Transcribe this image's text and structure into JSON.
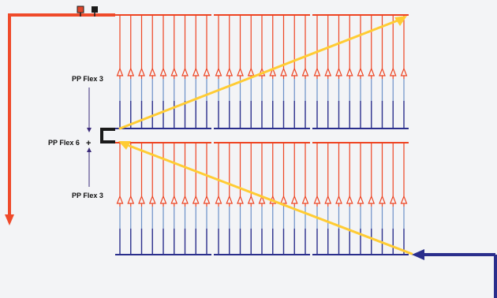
{
  "labels": {
    "upper": "PP Flex 3",
    "middle": "PP Flex 6",
    "lower": "PP Flex 3"
  },
  "colors": {
    "background": "#f3f4f6",
    "supply": "#ee4422",
    "supply_pipe": "#ef4a2a",
    "return": "#2a2e8c",
    "riser_mid": "#6b8fc8",
    "diagonal": "#ffcc33",
    "manifold": "#1a1a1a",
    "label_arrow": "#3a2a7a",
    "valve_red": "#e0452a",
    "valve_black": "#1a1a1a"
  },
  "icons": {
    "top_valves": [
      "valve-red-icon",
      "valve-black-icon"
    ],
    "supply_flow": "arrow-down-icon",
    "return_flow": "arrow-left-icon",
    "riser_valve": "triangle-valve-icon",
    "centre_marker": "plus-icon"
  },
  "layout_info": {
    "sections_per_row": 3,
    "rows": 2,
    "risers_per_section": 9
  }
}
